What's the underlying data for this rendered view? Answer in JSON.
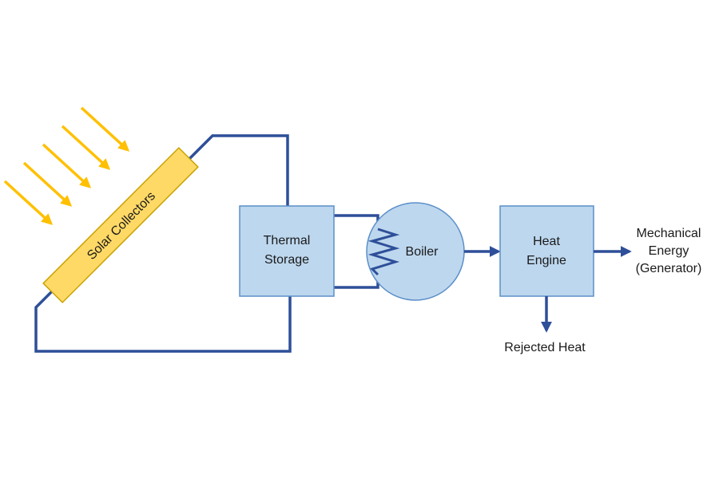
{
  "colors": {
    "pipe": "#2e4f99",
    "box_fill": "#bdd7ee",
    "box_stroke": "#5b8fc9",
    "collector_fill": "#ffd966",
    "collector_stroke": "#c8a200",
    "sun_ray": "#ffc000",
    "text": "#1a1a1a"
  },
  "icons": {
    "sun_rays": "arrow-down-right-icon",
    "boiler_coil": "zigzag-coil-icon",
    "flow_arrow": "arrow-right-icon"
  },
  "labels": {
    "solar_collectors": "Solar Collectors",
    "thermal_storage_line1": "Thermal",
    "thermal_storage_line2": "Storage",
    "boiler": "Boiler",
    "heat_engine_line1": "Heat",
    "heat_engine_line2": "Engine",
    "mechanical_line1": "Mechanical",
    "mechanical_line2": "Energy",
    "mechanical_line3": "(Generator)",
    "rejected_heat": "Rejected Heat"
  }
}
